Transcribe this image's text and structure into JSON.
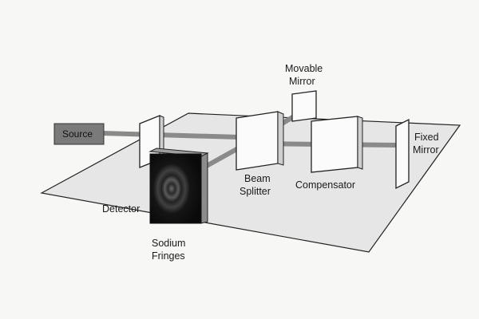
{
  "diagram": {
    "labels": {
      "source": "Source",
      "movable_mirror_line1": "Movable",
      "movable_mirror_line2": "Mirror",
      "fixed_mirror_line1": "Fixed",
      "fixed_mirror_line2": "Mirror",
      "beam_splitter_line1": "Beam",
      "beam_splitter_line2": "Splitter",
      "compensator": "Compensator",
      "detector": "Detector",
      "sodium_fringes_line1": "Sodium",
      "sodium_fringes_line2": "Fringes"
    },
    "colors": {
      "table_fill": "#e6e6e6",
      "source_box": "#7a7a7a",
      "beam": "#8a8a8a",
      "optic_face": "#fbfbfb",
      "detector_dark": "#121212"
    }
  }
}
